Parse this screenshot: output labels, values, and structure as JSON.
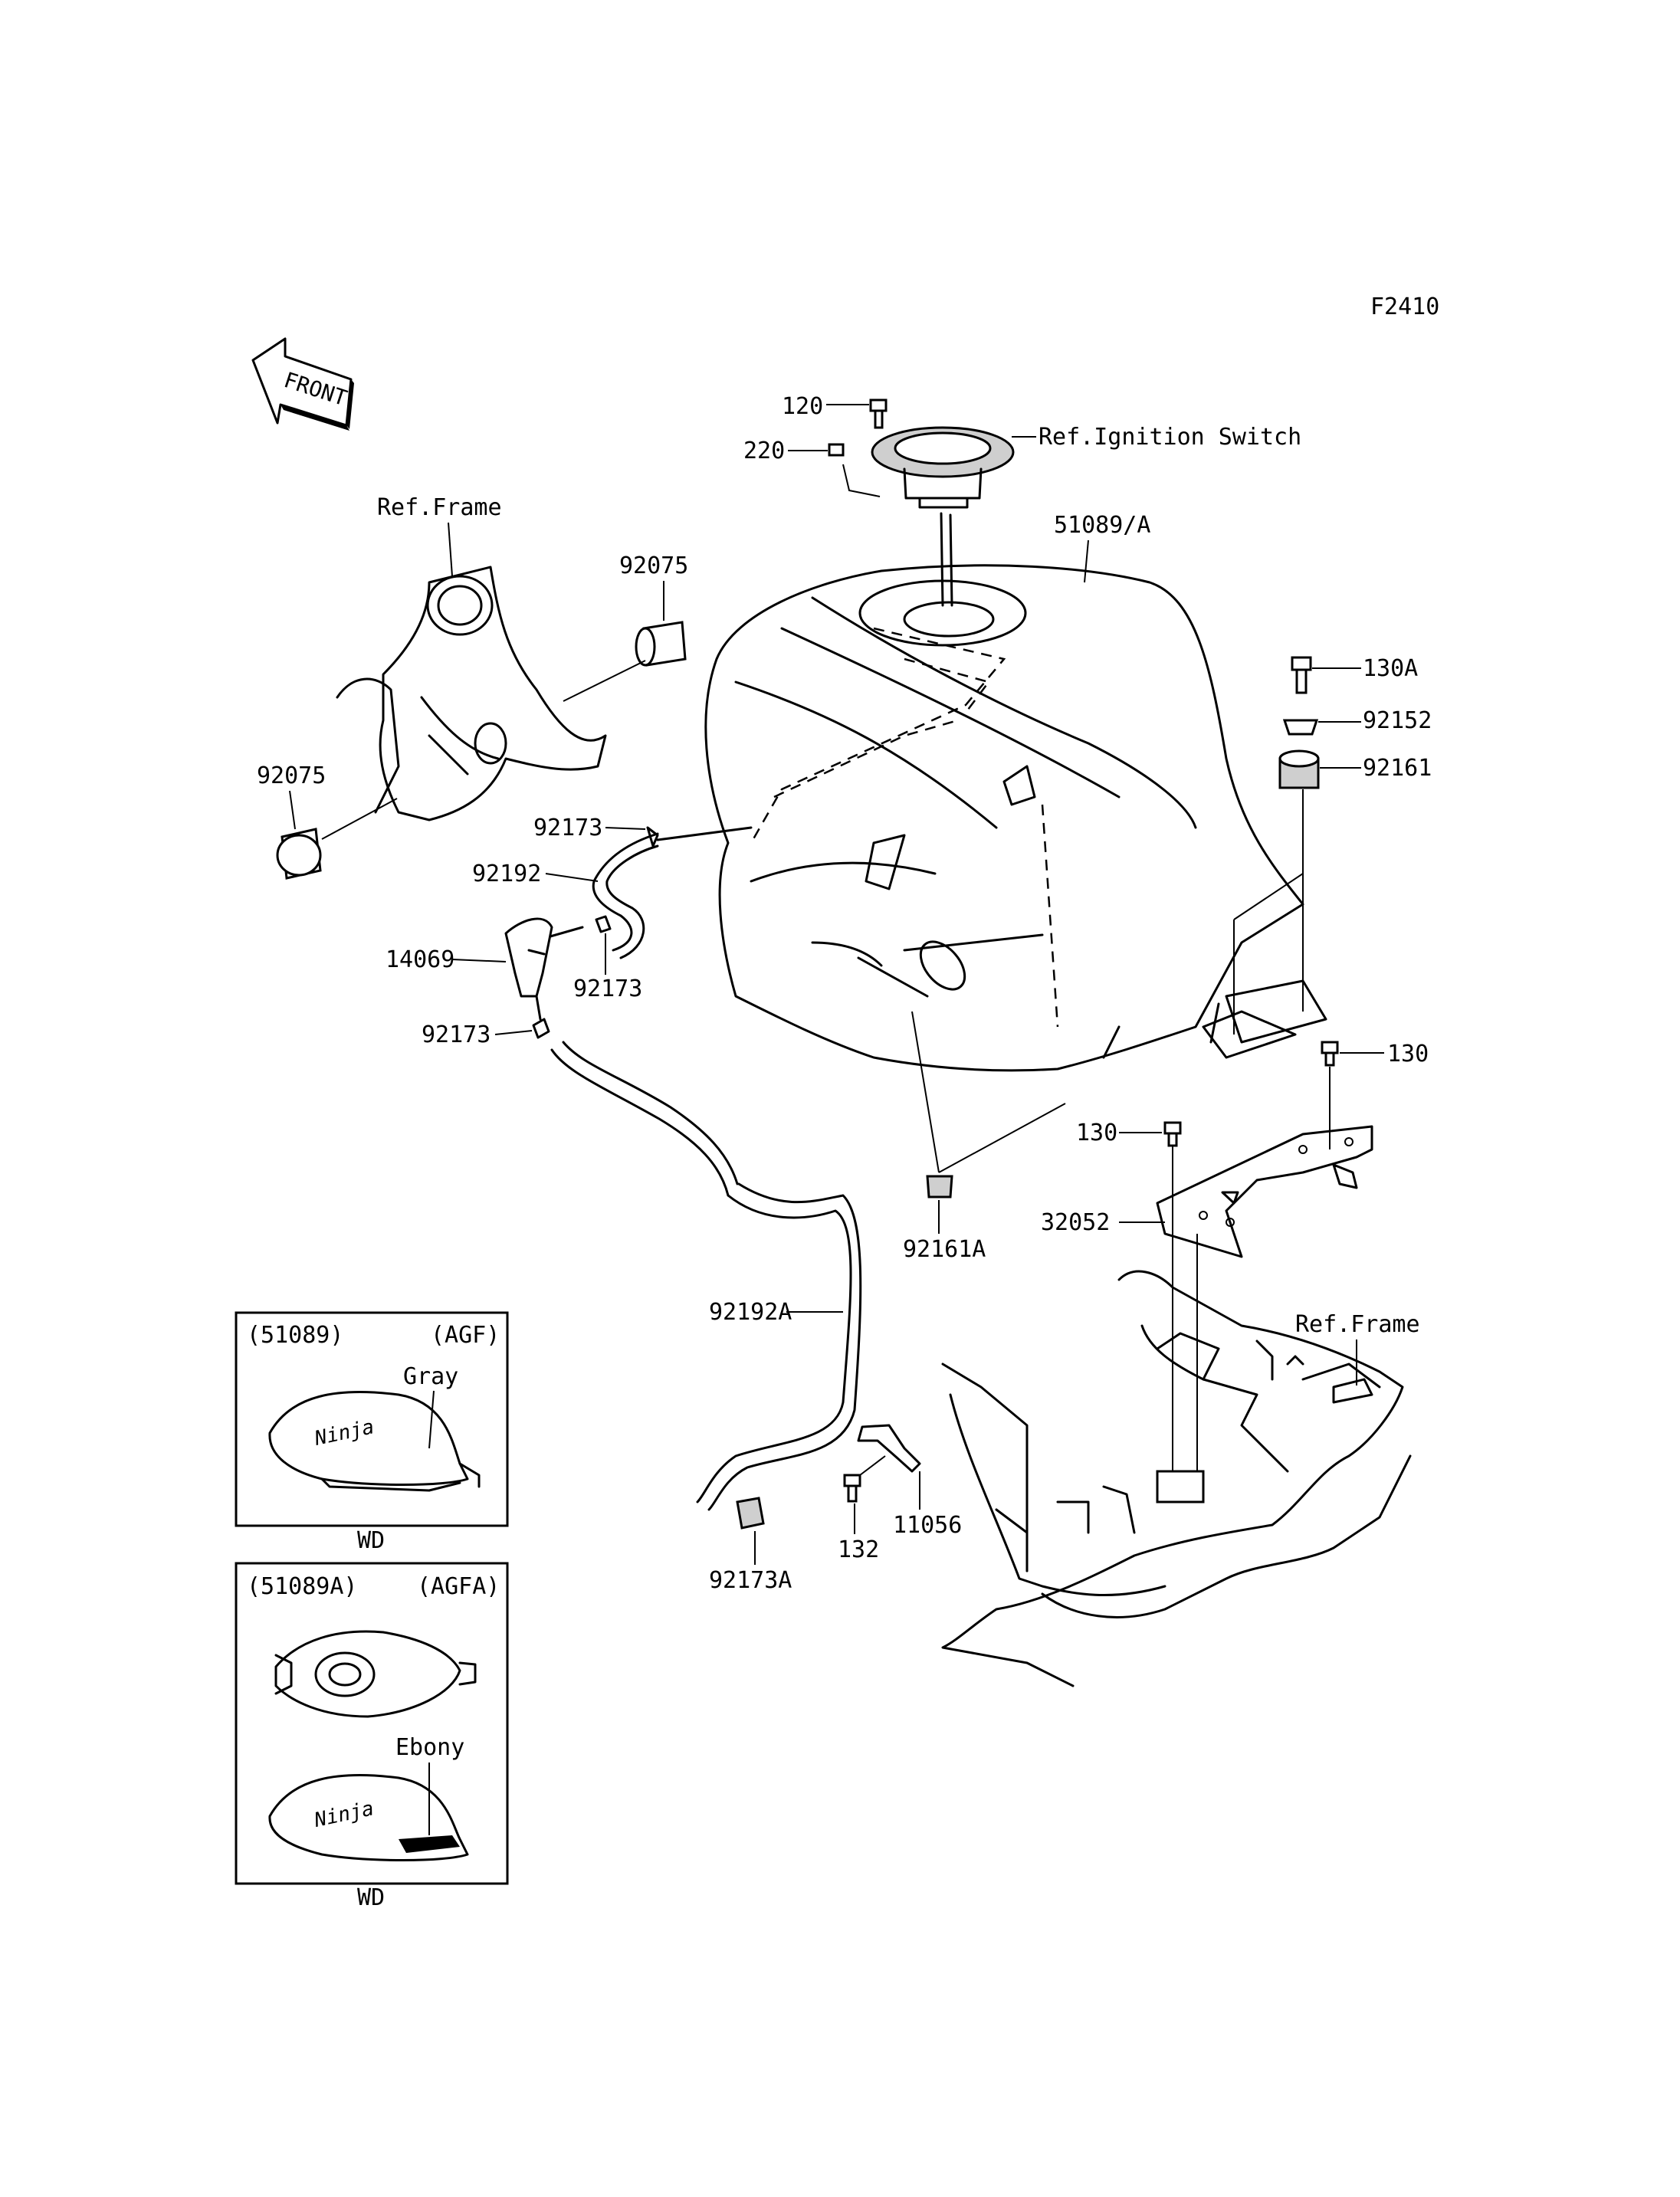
{
  "figure_id": "F2410",
  "front_label": "FRONT",
  "callouts": {
    "p120": "120",
    "p220": "220",
    "ignition_ref": "Ref.Ignition Switch",
    "tank": "51089/A",
    "frame_ref_top": "Ref.Frame",
    "p92075_top": "92075",
    "p92075_left": "92075",
    "p130A": "130A",
    "p92152": "92152",
    "p92161": "92161",
    "p92173_a": "92173",
    "p92192": "92192",
    "p14069": "14069",
    "p92173_b": "92173",
    "p92173_c": "92173",
    "p130_right": "130",
    "p130_mid": "130",
    "p32052": "32052",
    "p92161A": "92161A",
    "p92192A": "92192A",
    "frame_ref_bottom": "Ref.Frame",
    "p11056": "11056",
    "p132": "132",
    "p92173A": "92173A"
  },
  "variant_boxes": [
    {
      "part": "(51089)",
      "code": "(AGF)",
      "color": "Gray",
      "logo": "Ninja",
      "footer": "WD"
    },
    {
      "part": "(51089A)",
      "code": "(AGFA)",
      "color": "Ebony",
      "logo": "Ninja",
      "footer": "WD"
    }
  ]
}
